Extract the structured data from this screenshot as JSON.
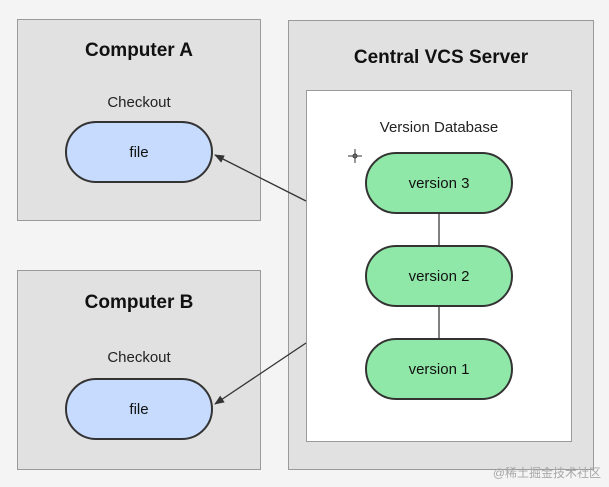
{
  "computer_a": {
    "title": "Computer A",
    "checkout_label": "Checkout",
    "file_label": "file"
  },
  "computer_b": {
    "title": "Computer B",
    "checkout_label": "Checkout",
    "file_label": "file"
  },
  "server": {
    "title": "Central VCS Server",
    "database_label": "Version Database",
    "versions": [
      "version 3",
      "version 2",
      "version 1"
    ]
  },
  "watermark": "@稀土掘金技术社区",
  "colors": {
    "card_bg": "#e1e1e1",
    "file_fill": "#c6dbfd",
    "version_fill": "#90e8a8",
    "outline": "#333333"
  }
}
